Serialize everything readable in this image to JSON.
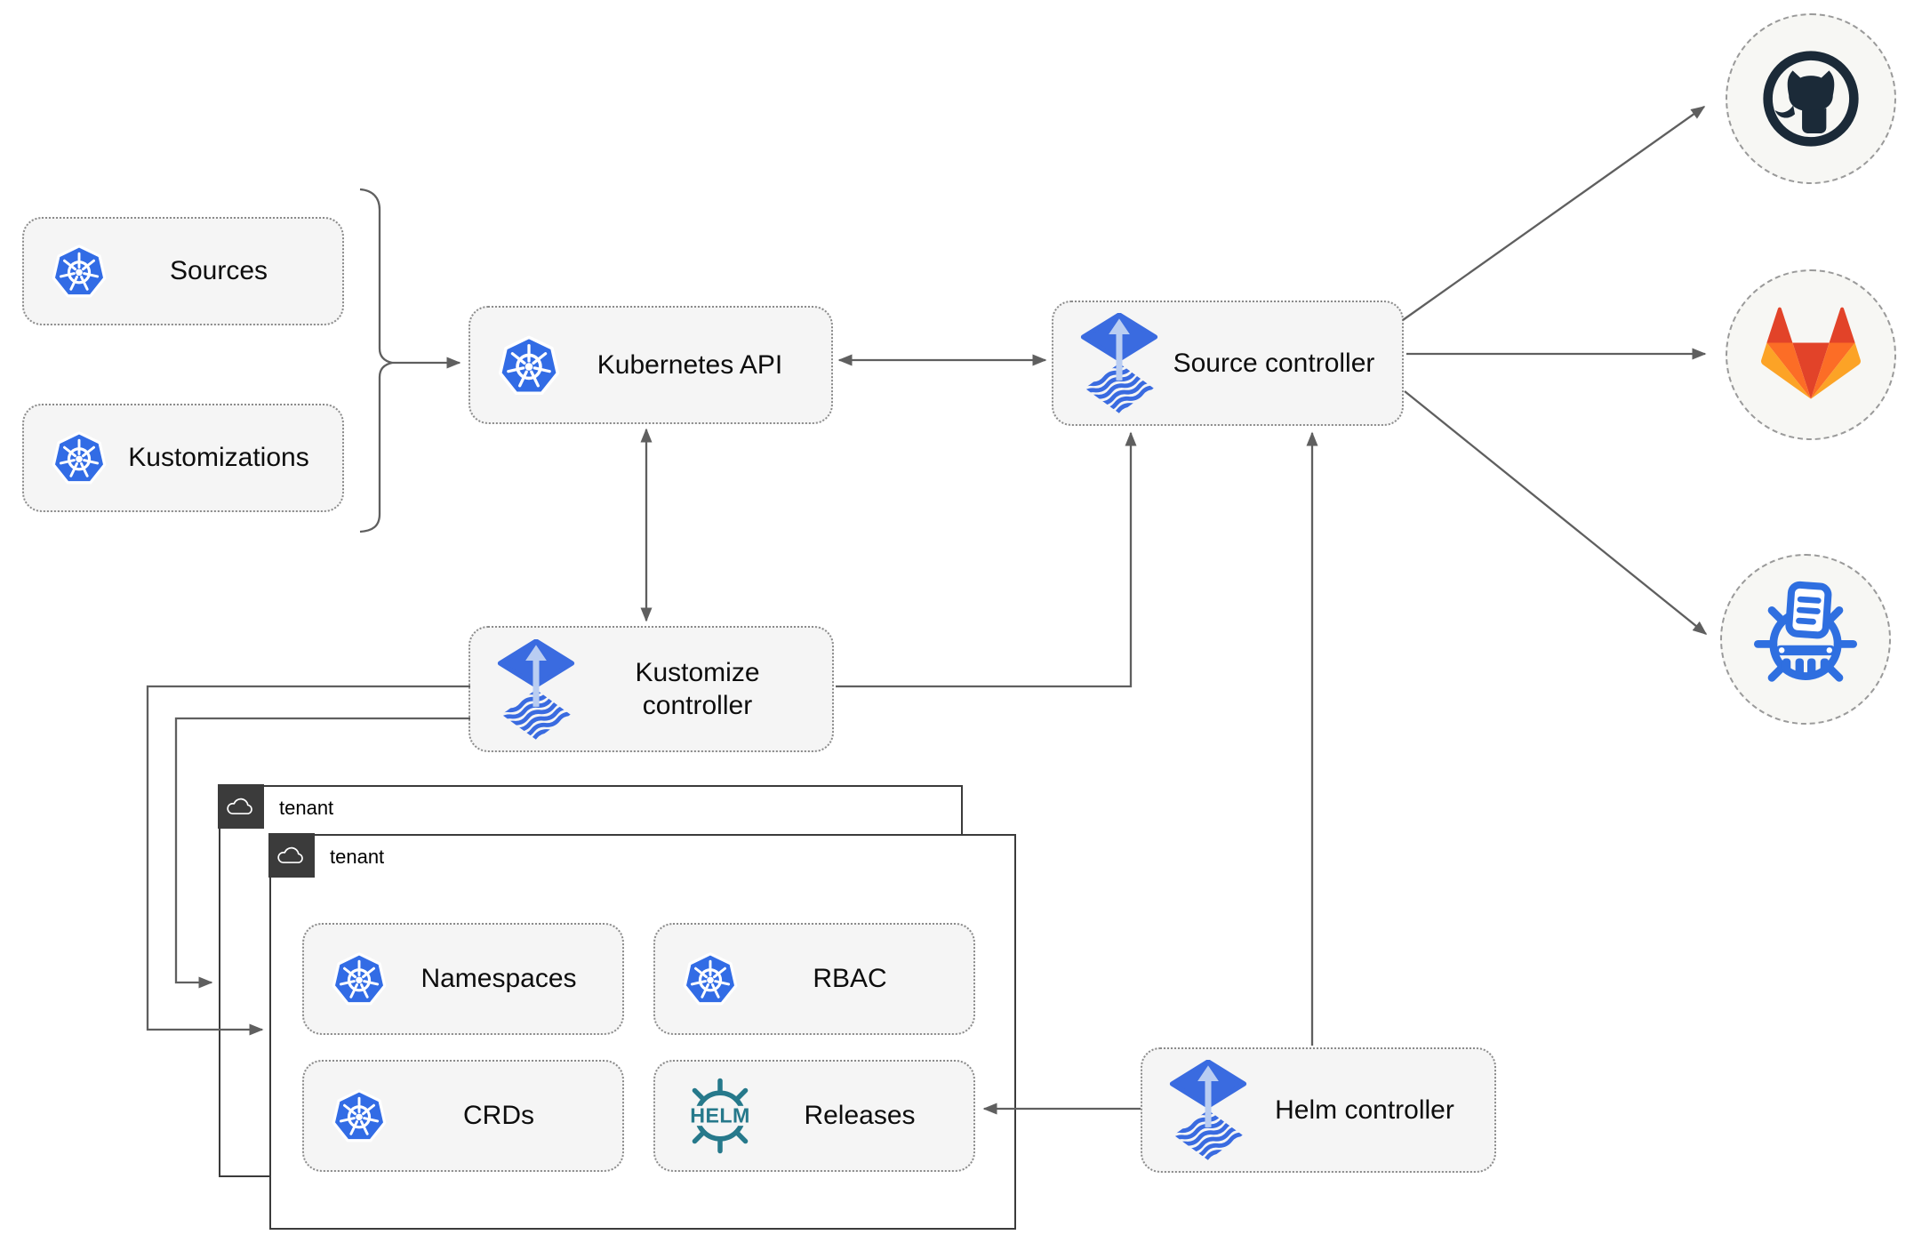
{
  "nodes": {
    "sources": "Sources",
    "kustomizations": "Kustomizations",
    "kubernetes_api": "Kubernetes API",
    "source_controller": "Source controller",
    "kustomize_controller": "Kustomize controller",
    "helm_controller": "Helm controller",
    "tenant_outer": "tenant",
    "tenant_inner": "tenant",
    "namespaces": "Namespaces",
    "rbac": "RBAC",
    "crds": "CRDs",
    "releases": "Releases"
  },
  "icons": {
    "helm_wheel_text": "HELM",
    "kubernetes": "kubernetes-wheel-logo",
    "flux": "flux-diamond-logo",
    "github": "github-octocat-logo",
    "gitlab": "gitlab-tanuki-logo",
    "helm_repository": "chartmuseum-wheel-logo",
    "cloud": "cloud-outline"
  },
  "edges": [
    {
      "from": "sources-and-kustomizations",
      "to": "kubernetes-api",
      "style": "arrow"
    },
    {
      "from": "kubernetes-api",
      "to": "source-controller",
      "style": "double-arrow"
    },
    {
      "from": "kubernetes-api",
      "to": "kustomize-controller",
      "style": "double-arrow"
    },
    {
      "from": "kustomize-controller",
      "to": "source-controller",
      "style": "arrow"
    },
    {
      "from": "helm-controller",
      "to": "source-controller",
      "style": "arrow"
    },
    {
      "from": "source-controller",
      "to": "github",
      "style": "arrow"
    },
    {
      "from": "source-controller",
      "to": "gitlab",
      "style": "arrow"
    },
    {
      "from": "source-controller",
      "to": "helm-repository",
      "style": "arrow"
    },
    {
      "from": "kustomize-controller",
      "to": "tenant-outer",
      "style": "arrow"
    },
    {
      "from": "kustomize-controller",
      "to": "tenant-inner",
      "style": "arrow"
    },
    {
      "from": "helm-controller",
      "to": "releases",
      "style": "arrow"
    }
  ],
  "colors": {
    "kubernetes_blue": "#326ce5",
    "flux_blue": "#3a6be0",
    "flux_arrow_light": "#b9cdf2",
    "helm_teal": "#26798b",
    "chartmuseum_blue": "#2f6fe0",
    "gitlab_red": "#e24329",
    "gitlab_orange": "#fc6d26",
    "gitlab_light_orange": "#fca326",
    "github_dark": "#1b2a38",
    "edge_gray": "#5f5f5f",
    "node_fill": "#f5f5f5",
    "tenant_border": "#3b3b3b"
  }
}
